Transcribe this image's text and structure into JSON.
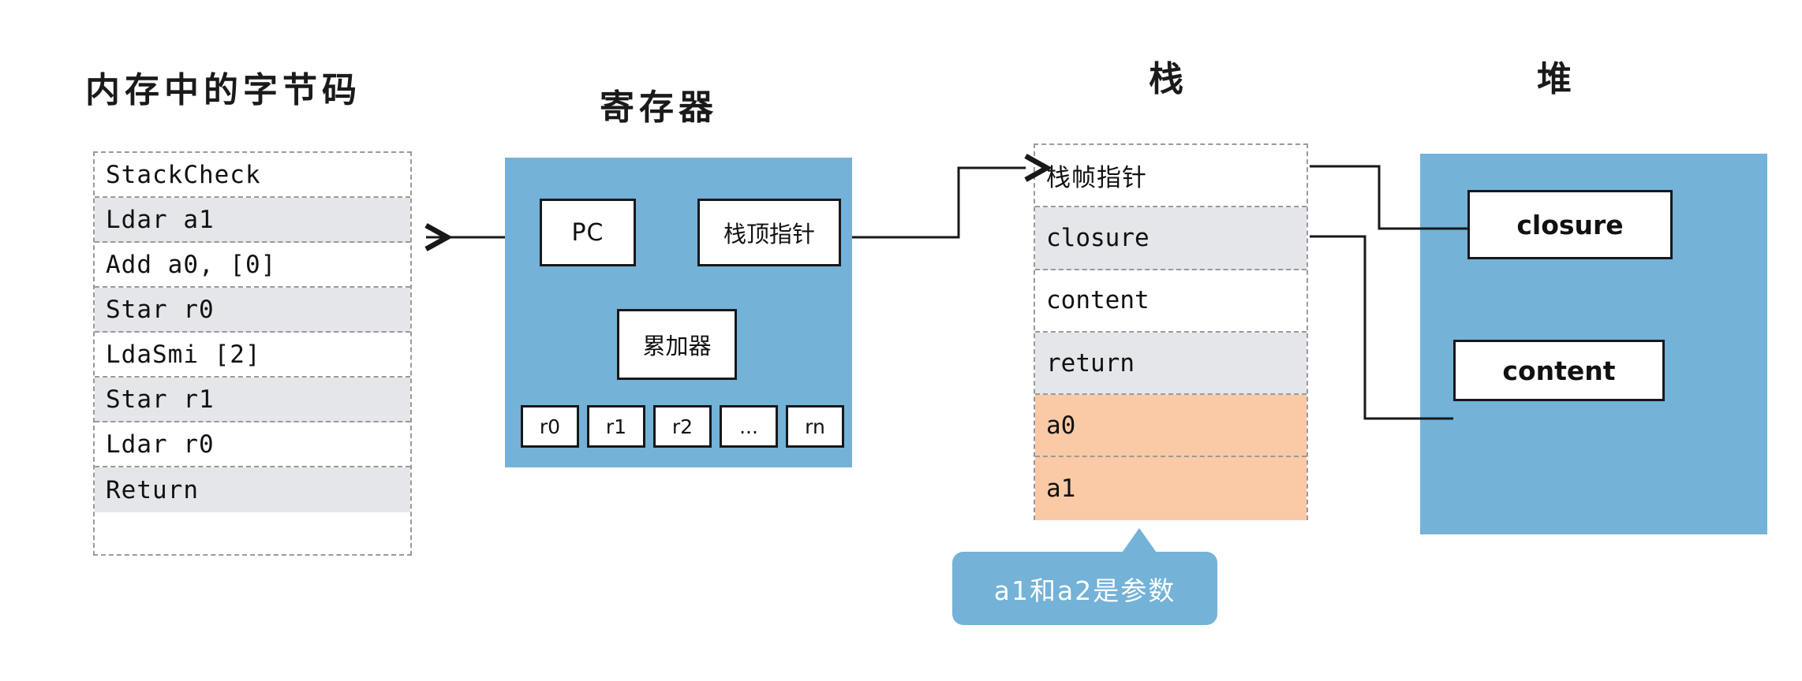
{
  "titles": {
    "bytecode": "内存中的字节码",
    "register": "寄存器",
    "stack": "栈",
    "heap": "堆"
  },
  "bytecode": {
    "rows": [
      {
        "text": "StackCheck",
        "shaded": false
      },
      {
        "text": "Ldar a1",
        "shaded": true
      },
      {
        "text": "Add a0, [0]",
        "shaded": false
      },
      {
        "text": "Star r0",
        "shaded": true
      },
      {
        "text": "LdaSmi [2]",
        "shaded": false
      },
      {
        "text": "Star r1",
        "shaded": true
      },
      {
        "text": "Ldar r0",
        "shaded": false
      },
      {
        "text": "Return",
        "shaded": true
      }
    ]
  },
  "registers": {
    "pc": "PC",
    "stack_top_pointer": "栈顶指针",
    "accumulator": "累加器",
    "slots": [
      "r0",
      "r1",
      "r2",
      "...",
      "rn"
    ]
  },
  "stack": {
    "rows": [
      {
        "text": "栈帧指针",
        "fill": "white"
      },
      {
        "text": "closure",
        "fill": "gray"
      },
      {
        "text": "content",
        "fill": "white"
      },
      {
        "text": "return",
        "fill": "gray"
      },
      {
        "text": "a0",
        "fill": "orange"
      },
      {
        "text": "a1",
        "fill": "orange"
      }
    ]
  },
  "heap": {
    "boxes": [
      "closure",
      "content"
    ]
  },
  "callout": {
    "text": "a1和a2是参数"
  },
  "colors": {
    "panel_blue": "#74b2d8",
    "row_gray": "#e4e6e9",
    "row_orange": "#fac9a5",
    "stroke": "#17181a",
    "dashed_border": "#9a9a9a"
  }
}
